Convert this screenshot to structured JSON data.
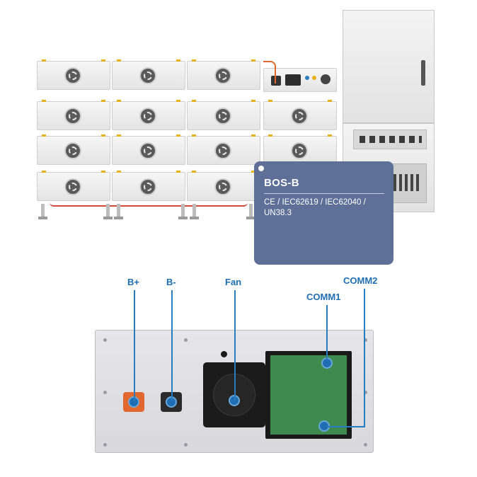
{
  "card": {
    "title": "BOS-B",
    "certifications": "CE / IEC62619 / IEC62040 / UN38.3"
  },
  "labels": {
    "b_plus": "B+",
    "b_minus": "B-",
    "fan": "Fan",
    "comm1": "COMM1",
    "comm2": "COMM2"
  },
  "colors": {
    "card_bg": "#5e6f98",
    "label_blue": "#1f6eb3",
    "positive_terminal": "#e2672e",
    "negative_terminal": "#2b2b2b",
    "pcb_green": "#3f8a4e"
  }
}
